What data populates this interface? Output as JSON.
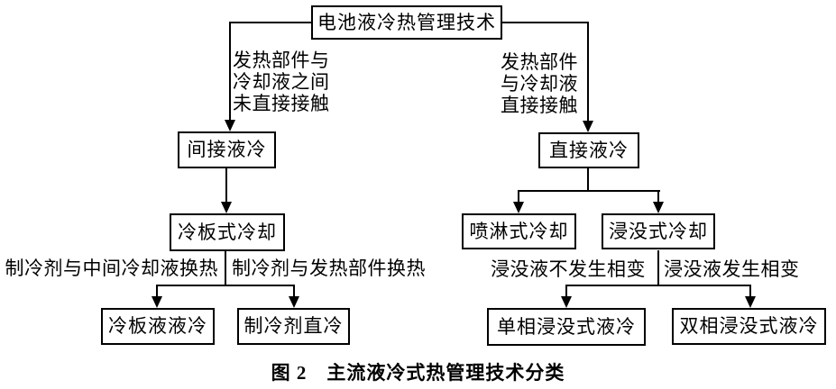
{
  "figure": {
    "caption": "图 2　主流液冷式热管理技术分类"
  },
  "nodes": {
    "root": {
      "label": "电池液冷热管理技术"
    },
    "indirect": {
      "label": "间接液冷"
    },
    "direct": {
      "label": "直接液冷"
    },
    "cold_plate": {
      "label": "冷板式冷却"
    },
    "spray": {
      "label": "喷淋式冷却"
    },
    "immersion": {
      "label": "浸没式冷却"
    },
    "plate_liquid": {
      "label": "冷板液液冷"
    },
    "refrigerant_direct": {
      "label": "制冷剂直冷"
    },
    "single_phase": {
      "label": "单相浸没式液冷"
    },
    "two_phase": {
      "label": "双相浸没式液冷"
    }
  },
  "edge_labels": {
    "indirect_condition": "发热部件与\n冷却液之间\n未直接接触",
    "direct_condition": "发热部件\n与冷却液\n直接接触",
    "plate_liquid_condition": "制冷剂与中间冷却液换热",
    "refrigerant_direct_condition": "制冷剂与发热部件换热",
    "single_phase_condition": "浸没液不发生相变",
    "two_phase_condition": "浸没液发生相变"
  },
  "colors": {
    "background": "#ffffff",
    "line": "#000000",
    "text": "#000000"
  }
}
